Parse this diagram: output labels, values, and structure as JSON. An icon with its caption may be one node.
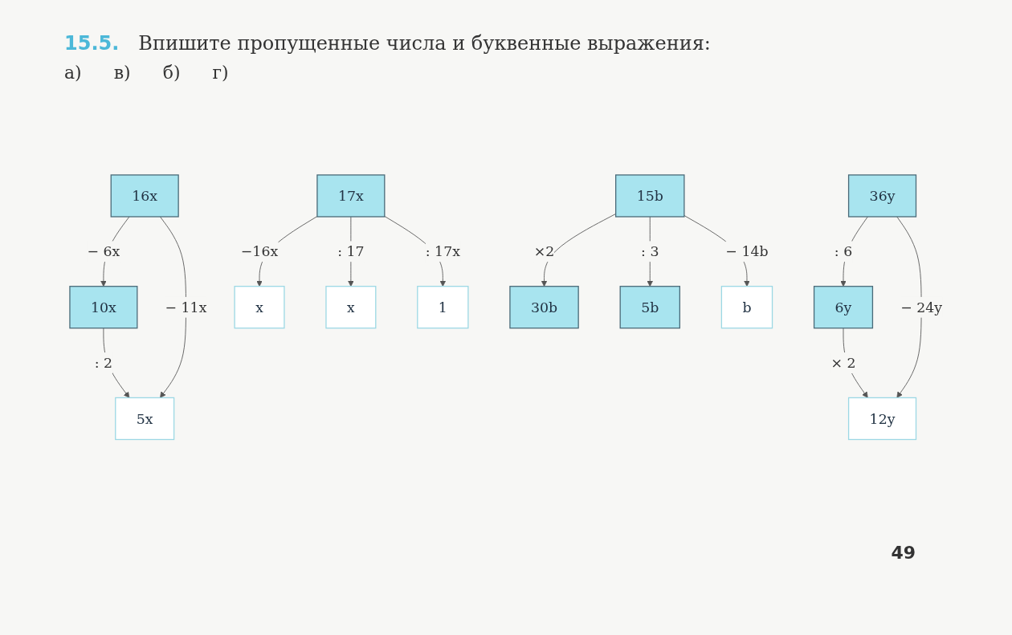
{
  "diagram": {
    "title": "Впишите пропущенные числа и буквенные выражения:",
    "nodes": [
      {
        "text": [
          "10x"
        ]
      },
      {
        "text": [
          "16x"
        ]
      },
      {
        "text": [
          "5x"
        ]
      },
      {
        "text": [
          "6y"
        ]
      },
      {
        "text": [
          "36y"
        ]
      },
      {
        "text": [
          "12y"
        ]
      },
      {
        "text": [
          "17x"
        ]
      },
      {
        "text": [
          "x"
        ]
      },
      {
        "text": [
          "x"
        ]
      },
      {
        "text": [
          "1"
        ]
      },
      {
        "text": [
          "15b"
        ]
      },
      {
        "text": [
          "30b"
        ]
      },
      {
        "text": [
          "5b"
        ]
      },
      {
        "text": [
          "b"
        ]
      }
    ],
    "edges": [
      {
        "from": 1,
        "to": 0,
        "arrow": "to",
        "label": "− 6x"
      },
      {
        "from": 0,
        "to": 2,
        "arrow": "to",
        "label": ": 2"
      },
      {
        "from": 1,
        "to": 2,
        "arrow": "to",
        "label": "− 11x"
      },
      {
        "from": 4,
        "to": 3,
        "arrow": "to",
        "label": ": 6"
      },
      {
        "from": 3,
        "to": 5,
        "arrow": "to",
        "label": "× 2"
      },
      {
        "from": 4,
        "to": 5,
        "arrow": "to",
        "label": "− 24y"
      },
      {
        "from": 6,
        "to": 7,
        "arrow": "to",
        "label": "−16x"
      },
      {
        "from": 6,
        "to": 8,
        "arrow": "to",
        "label": ": 17"
      },
      {
        "from": 6,
        "to": 9,
        "arrow": "to",
        "label": ": 17x"
      },
      {
        "from": 10,
        "to": 11,
        "arrow": "to",
        "label": "×2"
      },
      {
        "from": 10,
        "to": 12,
        "arrow": "to",
        "label": ": 3"
      },
      {
        "from": 10,
        "to": 13,
        "arrow": "to",
        "label": "− 14b"
      }
    ],
    "labels": [
      "15.5.",
      "а)",
      "в)",
      "б)",
      "г)",
      "49"
    ]
  }
}
